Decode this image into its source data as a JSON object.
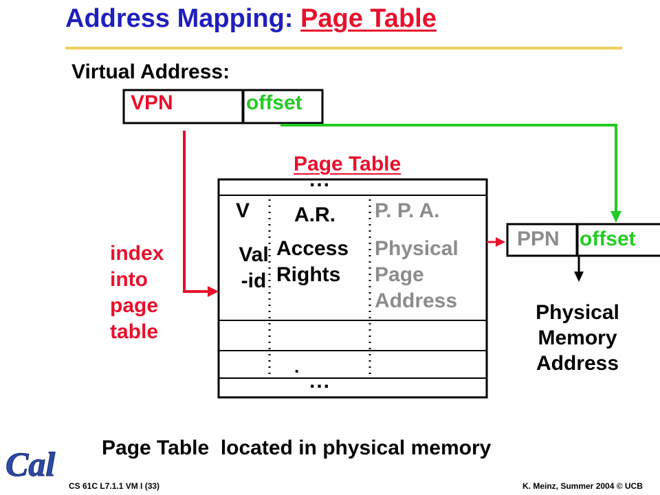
{
  "title": {
    "main": "Address Mapping: ",
    "highlight": "Page Table"
  },
  "virtual_address": {
    "label": "Virtual Address:",
    "vpn": "VPN",
    "offset": "offset"
  },
  "page_table": {
    "title": "Page Table",
    "dots_top": "...",
    "dots_bottom": "...",
    "single_dot": ".",
    "col_v": "V",
    "col_ar": "A.R.",
    "col_ppa": "P. P. A.",
    "valid_lines": [
      "Val",
      "-id"
    ],
    "access_lines": [
      "Access",
      "Rights"
    ],
    "ppa_lines": [
      "Physical",
      "Page",
      "Address"
    ]
  },
  "index_lines": [
    "index",
    "into",
    "page",
    "table"
  ],
  "physical_address": {
    "ppn": "PPN",
    "offset": "offset",
    "label_lines": [
      "Physical",
      "Memory",
      "Address"
    ]
  },
  "footer": {
    "title": "Page Table  located in physical memory",
    "left": "CS 61C L7.1.1 VM I (33)",
    "right": "K. Meinz, Summer 2004 © UCB"
  },
  "logo_text": "Cal",
  "colors": {
    "title_blue": "#1f1fbf",
    "red": "#e8102c",
    "green": "#22cc22",
    "gray": "#8c8c8c",
    "accent_line": "#f0d060",
    "logo_blue": "#2a4aa8"
  }
}
